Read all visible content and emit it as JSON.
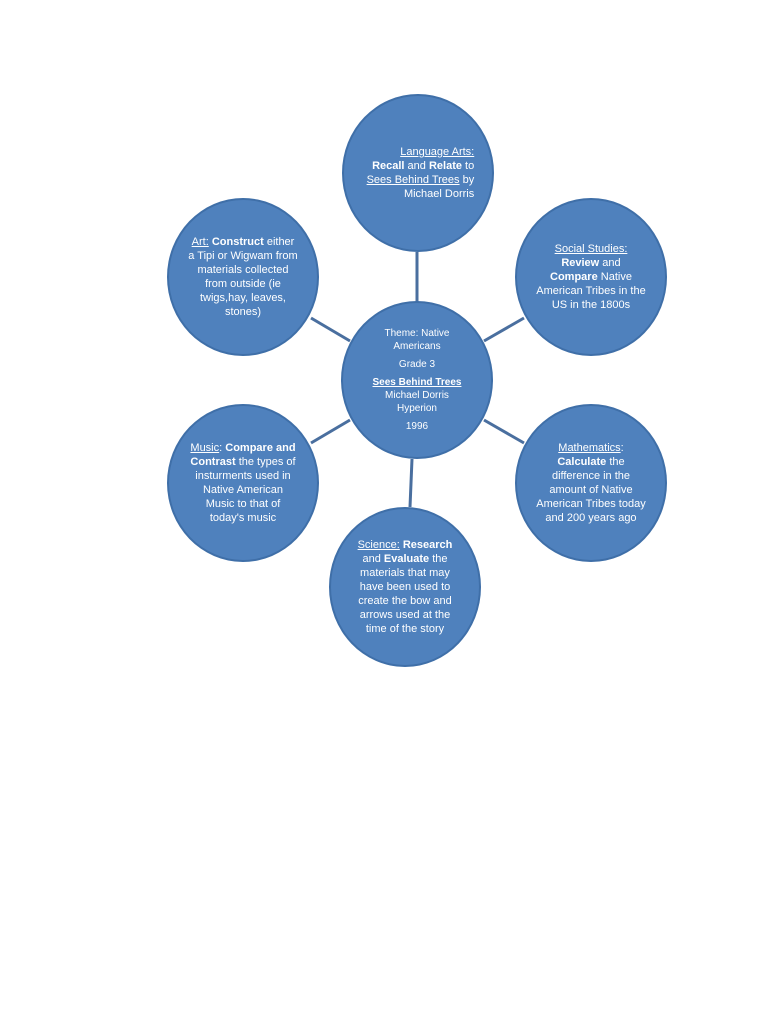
{
  "center": {
    "line1": "Theme: Native",
    "line2": "Americans",
    "line3": "Grade 3",
    "book": "Sees Behind Trees",
    "author": "Michael Dorris",
    "publisher": "Hyperion",
    "year": "1996"
  },
  "language_arts": {
    "subject": "Language Arts:",
    "verb1": "Recall",
    "and": " and ",
    "verb2": "Relate",
    "to": " to",
    "book": "Sees Behind Trees",
    "by": " by",
    "author": "Michael Dorris"
  },
  "social_studies": {
    "subject": "Social Studies:",
    "verb1": "Review",
    "and": " and",
    "verb2": "Compare",
    "rest": " Native American Tribes  in the US in the 1800s"
  },
  "mathematics": {
    "subject": "Mathematics",
    "colon": ":",
    "verb": "Calculate",
    "rest": " the difference in the amount of Native American Tribes today and 200 years ago"
  },
  "science": {
    "subject": "Science:",
    "verb1": " Research",
    "and": " and ",
    "verb2": "Evaluate",
    "rest": " the materials that may have been used to create the bow and arrows used at the time of the story"
  },
  "music": {
    "subject": "Music",
    "colon": ": ",
    "verb1": "Compare and Contrast",
    "rest": " the types of insturments used in Native American Music to that of today's music"
  },
  "art": {
    "subject": "Art:",
    "verb": "  Construct",
    "rest": " either a Tipi or Wigwam from materials collected from outside (ie twigs,hay, leaves, stones)"
  },
  "colors": {
    "node_fill": "#4f81bd",
    "node_border": "#3f6fa8",
    "connector": "#4a6f9f",
    "text": "#ffffff"
  }
}
